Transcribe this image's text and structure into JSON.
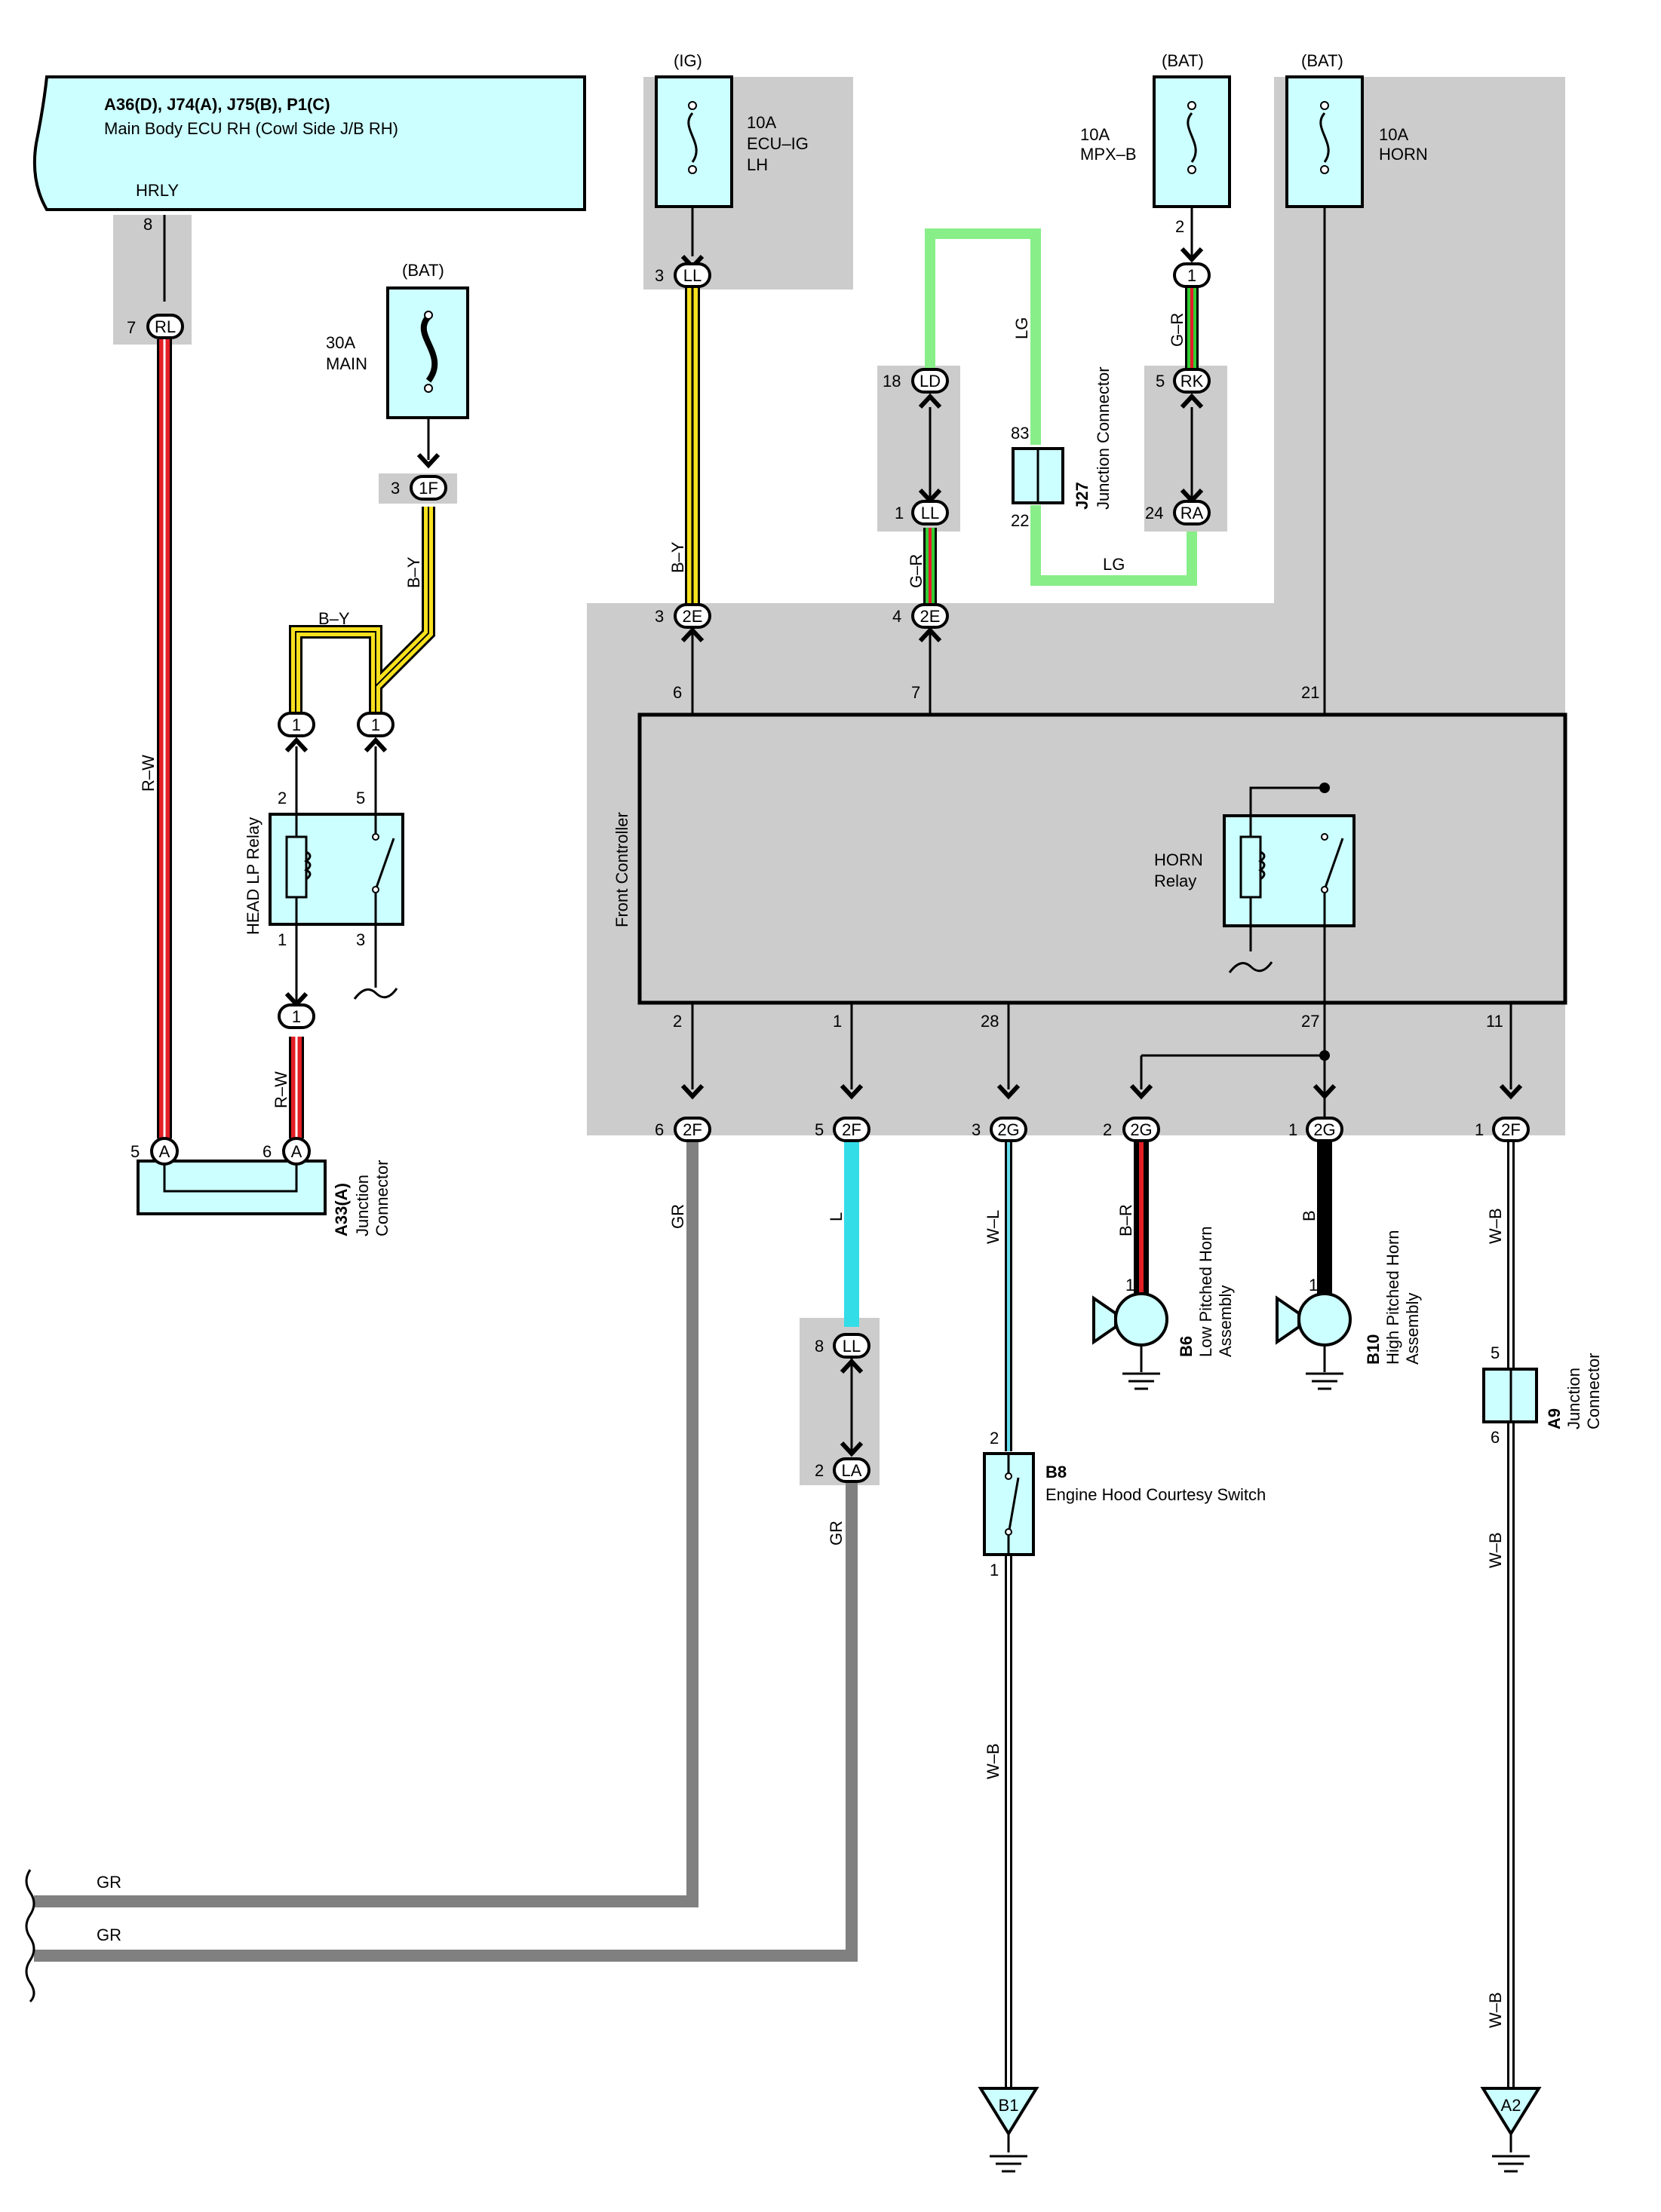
{
  "ecu": {
    "title": "A36(D), J74(A), J75(B), P1(C)",
    "subtitle": "Main Body ECU RH (Cowl Side J/B RH)",
    "terminal": "HRLY",
    "pin_top": "8",
    "pin_conn": "7",
    "conn": "RL"
  },
  "power": {
    "ig": "(IG)",
    "bat1": "(BAT)",
    "bat2": "(BAT)",
    "bat3": "(BAT)",
    "fuse_ecu": [
      "10A",
      "ECU–IG",
      "LH"
    ],
    "fuse_mpx": [
      "10A",
      "MPX–B"
    ],
    "fuse_horn": [
      "10A",
      "HORN"
    ],
    "fuse_main": [
      "30A",
      "MAIN"
    ]
  },
  "connectors": {
    "ll_top": {
      "pin": "3",
      "name": "LL"
    },
    "mpx_pin": "2",
    "mpx_conn": "1",
    "rk": {
      "pin": "5",
      "name": "RK"
    },
    "ra": {
      "pin": "24",
      "name": "RA"
    },
    "ld": {
      "pin": "18",
      "name": "LD"
    },
    "ll_mid": {
      "pin": "1",
      "name": "LL"
    },
    "f1": {
      "pin": "3",
      "name": "1F"
    },
    "e2a": {
      "pin": "3",
      "name": "2E"
    },
    "e2b": {
      "pin": "4",
      "name": "2E"
    },
    "relay_c1": "1",
    "relay_c2": "1",
    "relay_c3": "1",
    "a33_5": {
      "pin": "5",
      "name": "A"
    },
    "a33_6": {
      "pin": "6",
      "name": "A"
    },
    "f2a": {
      "pin": "6",
      "name": "2F"
    },
    "f2b": {
      "pin": "5",
      "name": "2F"
    },
    "g2a": {
      "pin": "3",
      "name": "2G"
    },
    "g2b": {
      "pin": "2",
      "name": "2G"
    },
    "g2c": {
      "pin": "1",
      "name": "2G"
    },
    "f2c": {
      "pin": "1",
      "name": "2F"
    },
    "ll_low": {
      "pin": "8",
      "name": "LL"
    },
    "la": {
      "pin": "2",
      "name": "LA"
    }
  },
  "j27": {
    "name": "J27",
    "desc": "Junction Connector",
    "pin_a": "83",
    "pin_b": "22"
  },
  "a33": {
    "name": "A33(A)",
    "desc": [
      "Junction",
      "Connector"
    ]
  },
  "a9": {
    "name": "A9",
    "desc": [
      "Junction",
      "Connector"
    ],
    "pin_a": "5",
    "pin_b": "6"
  },
  "relay": {
    "name": "HEAD LP Relay",
    "p2": "2",
    "p5": "5",
    "p1": "1",
    "p3": "3"
  },
  "front": {
    "name": "Front Controller",
    "horn_relay": [
      "HORN",
      "Relay"
    ],
    "top_pins": [
      "6",
      "7",
      "21"
    ],
    "bottom_pins": [
      "2",
      "1",
      "28",
      "27",
      "11"
    ]
  },
  "horns": {
    "low": {
      "code": "B6",
      "name": [
        "Low Pitched Horn",
        "Assembly"
      ],
      "pin": "1"
    },
    "high": {
      "code": "B10",
      "name": [
        "High Pitched Horn",
        "Assembly"
      ],
      "pin": "1"
    }
  },
  "switch": {
    "code": "B8",
    "name": "Engine Hood Courtesy Switch",
    "pin_top": "2",
    "pin_bottom": "1"
  },
  "grounds": {
    "b1": "B1",
    "a2": "A2"
  },
  "wires": {
    "rw1": "R–W",
    "rw2": "R–W",
    "by1": "B–Y",
    "by2": "B–Y",
    "by3": "B–Y",
    "lg1": "LG",
    "lg2": "LG",
    "gr1": "G–R",
    "gr2": "G–R",
    "gray1": "GR",
    "gray2": "GR",
    "gray3": "GR",
    "gray4": "GR",
    "l": "L",
    "wl": "W–L",
    "br": "B–R",
    "b": "B",
    "wb1": "W–B",
    "wb2": "W–B",
    "wb3": "W–B",
    "wb4": "W–B"
  },
  "colors": {
    "red": "#e41e26",
    "yellow": "#f7e11e",
    "green": "#88ee88",
    "cyan": "#33dde8",
    "gray": "#808080",
    "panel": "#cccccc",
    "component": "#ccffff"
  }
}
